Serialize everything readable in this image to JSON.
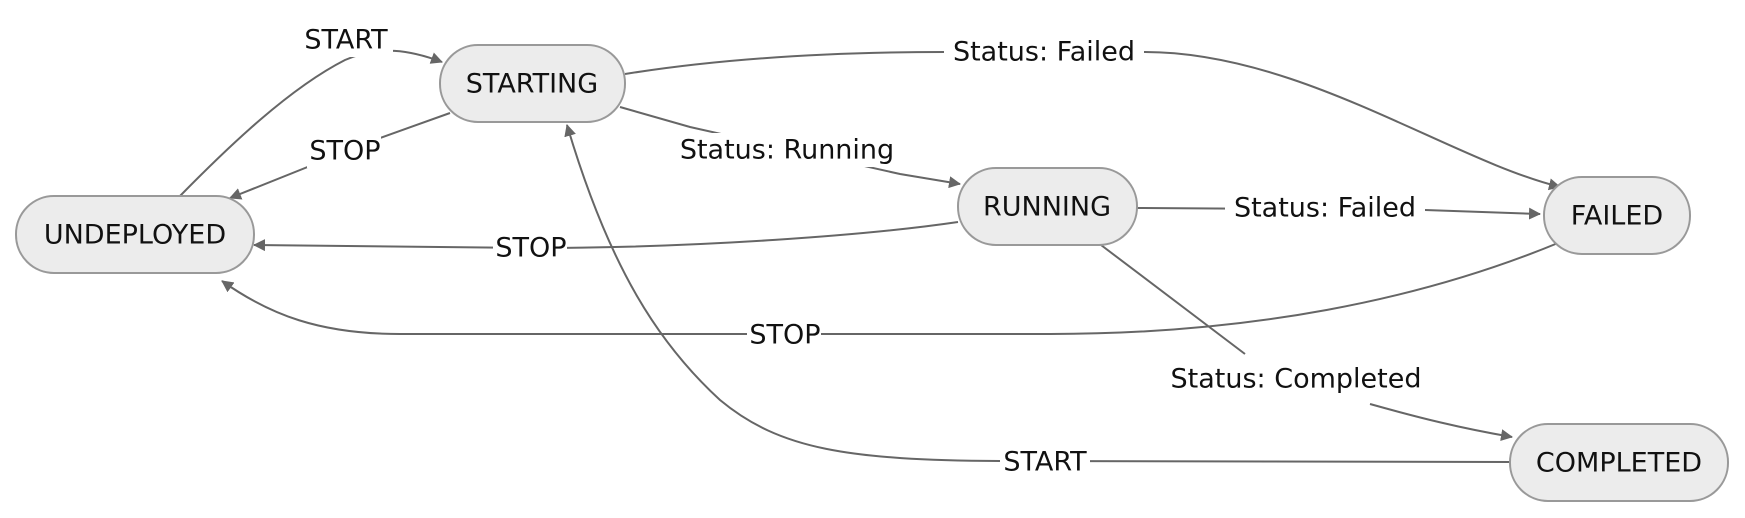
{
  "nodes": {
    "starting": "STARTING",
    "undeployed": "UNDEPLOYED",
    "running": "RUNNING",
    "failed": "FAILED",
    "completed": "COMPLETED"
  },
  "edges": {
    "undeployed_to_starting": "START",
    "starting_to_undeployed": "STOP",
    "starting_to_failed": "Status: Failed",
    "starting_to_running": "Status: Running",
    "running_to_failed": "Status: Failed",
    "running_to_undeployed": "STOP",
    "failed_to_undeployed": "STOP",
    "running_to_completed": "Status: Completed",
    "completed_to_starting": "START"
  }
}
